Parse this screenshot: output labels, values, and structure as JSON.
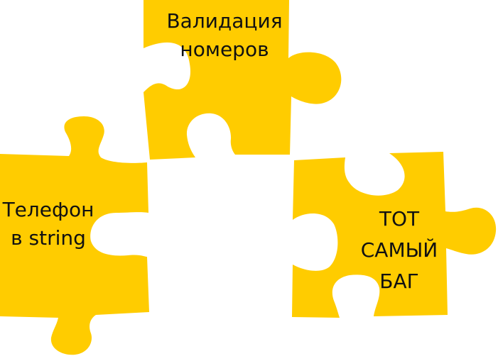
{
  "pieces": {
    "validation": {
      "label": "Валидация\nномеров"
    },
    "phone": {
      "label": "Телефон\nв string"
    },
    "bug": {
      "label": "ТОТ\nСАМЫЙ\nБАГ"
    }
  },
  "colors": {
    "piece_fill": "#FFCC00",
    "text": "#111111",
    "background": "#FFFFFF"
  }
}
